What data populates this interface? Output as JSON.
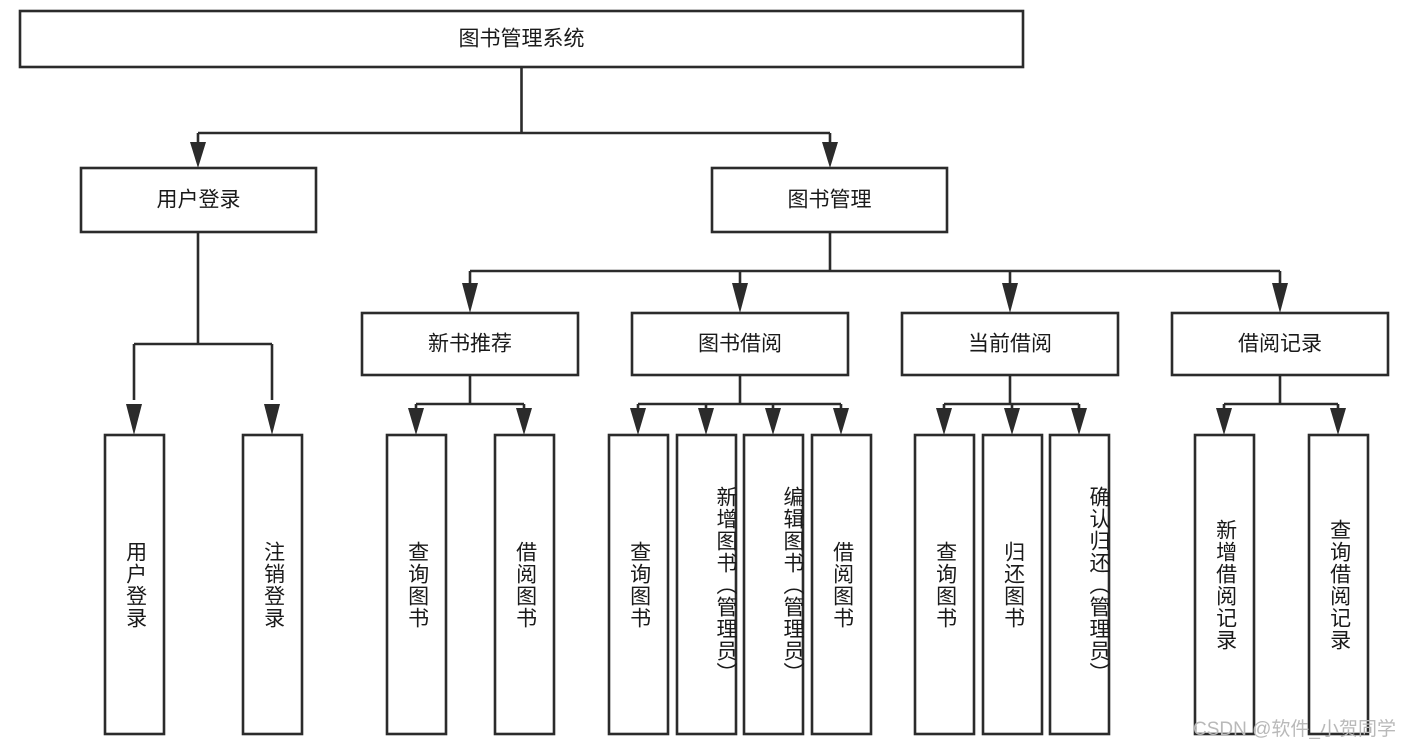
{
  "diagram": {
    "title": "图书管理系统",
    "type": "tree",
    "watermark": "CSDN @软件_小贺同学",
    "colors": {
      "stroke": "#2b2b2b",
      "fill": "#ffffff",
      "text": "#1a1a1a",
      "watermark": "#b9b9b9",
      "background": "#ffffff"
    },
    "root": {
      "id": "root",
      "label": "图书管理系统",
      "orientation": "horizontal"
    },
    "level2": [
      {
        "id": "user-login",
        "label": "用户登录",
        "orientation": "horizontal"
      },
      {
        "id": "book-management",
        "label": "图书管理",
        "orientation": "horizontal"
      }
    ],
    "level3": [
      {
        "id": "new-book-recommend",
        "label": "新书推荐",
        "orientation": "horizontal",
        "parent": "book-management"
      },
      {
        "id": "book-borrow",
        "label": "图书借阅",
        "orientation": "horizontal",
        "parent": "book-management"
      },
      {
        "id": "current-borrow",
        "label": "当前借阅",
        "orientation": "horizontal",
        "parent": "book-management"
      },
      {
        "id": "borrow-record",
        "label": "借阅记录",
        "orientation": "horizontal",
        "parent": "book-management"
      }
    ],
    "leaves": [
      {
        "id": "leaf-user-login",
        "label": "用户登录",
        "orientation": "vertical",
        "parent": "user-login"
      },
      {
        "id": "leaf-logout-login",
        "label": "注销登录",
        "orientation": "vertical",
        "parent": "user-login"
      },
      {
        "id": "leaf-query-book-1",
        "label": "查询图书",
        "orientation": "vertical",
        "parent": "new-book-recommend"
      },
      {
        "id": "leaf-borrow-book-1",
        "label": "借阅图书",
        "orientation": "vertical",
        "parent": "new-book-recommend"
      },
      {
        "id": "leaf-query-book-2",
        "label": "查询图书",
        "orientation": "vertical",
        "parent": "book-borrow"
      },
      {
        "id": "leaf-add-book",
        "label": "新增图书（管理员）",
        "orientation": "vertical",
        "parent": "book-borrow"
      },
      {
        "id": "leaf-edit-book",
        "label": "编辑图书（管理员）",
        "orientation": "vertical",
        "parent": "book-borrow"
      },
      {
        "id": "leaf-borrow-book-2",
        "label": "借阅图书",
        "orientation": "vertical",
        "parent": "book-borrow"
      },
      {
        "id": "leaf-query-book-3",
        "label": "查询图书",
        "orientation": "vertical",
        "parent": "current-borrow"
      },
      {
        "id": "leaf-return-book",
        "label": "归还图书",
        "orientation": "vertical",
        "parent": "current-borrow"
      },
      {
        "id": "leaf-confirm-return",
        "label": "确认归还（管理员）",
        "orientation": "vertical",
        "parent": "current-borrow"
      },
      {
        "id": "leaf-add-record",
        "label": "新增借阅记录",
        "orientation": "vertical",
        "parent": "borrow-record"
      },
      {
        "id": "leaf-query-record",
        "label": "查询借阅记录",
        "orientation": "vertical",
        "parent": "borrow-record"
      }
    ]
  }
}
